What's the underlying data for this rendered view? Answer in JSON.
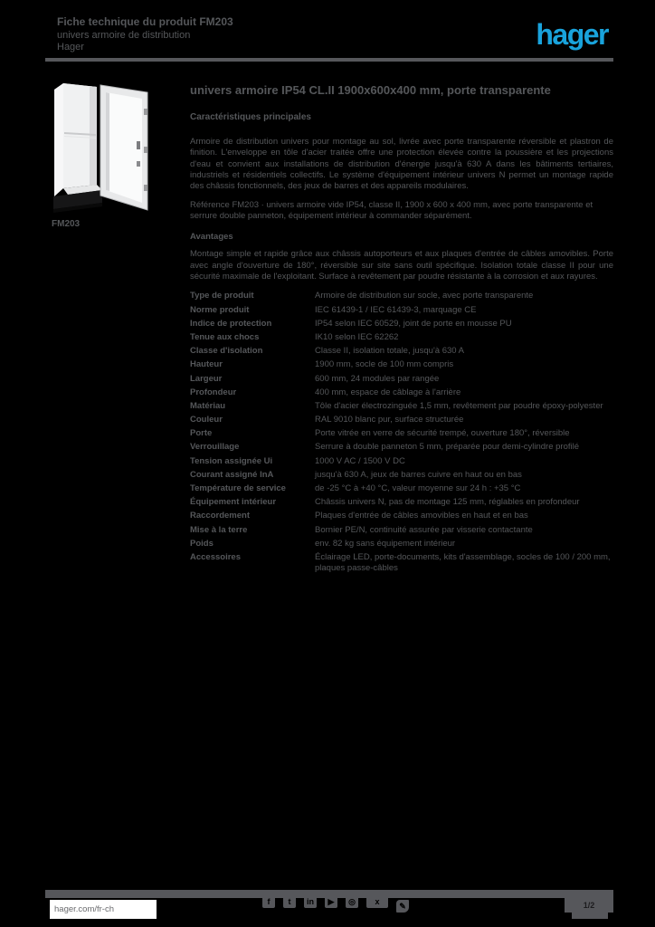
{
  "brand": {
    "logo_text": "hager",
    "blue": "#19a3dc",
    "text_gray": "#55575a"
  },
  "header": {
    "line1": "Fiche technique du produit FM203",
    "line2": "univers armoire de distribution",
    "line3": "Hager",
    "rule_color": "#56575b"
  },
  "figure": {
    "caption": "FM203",
    "alt": "armoire univers avec porte transparente ouverte"
  },
  "main": {
    "title": "univers armoire IP54 CL.II 1900x600x400 mm, porte transparente",
    "subtitle": "Caractéristiques principales",
    "intro_paragraph": "Armoire de distribution univers pour montage au sol, livrée avec porte transparente réversible et plastron de finition. L'enveloppe en tôle d'acier traitée offre une protection élevée contre la poussière et les projections d'eau et convient aux installations de distribution d'énergie jusqu'à 630 A dans les bâtiments tertiaires, industriels et résidentiels collectifs. Le système d'équipement intérieur univers N permet un montage rapide des châssis fonctionnels, des jeux de barres et des appareils modulaires.",
    "reference_line": "Référence FM203 · univers armoire vide IP54, classe II, 1900 x 600 x 400 mm, avec porte transparente et serrure double panneton, équipement intérieur à commander séparément.",
    "section_heading": "Avantages",
    "benefits_paragraph": "Montage simple et rapide grâce aux châssis autoporteurs et aux plaques d'entrée de câbles amovibles. Porte avec angle d'ouverture de 180°, réversible sur site sans outil spécifique. Isolation totale classe II pour une sécurité maximale de l'exploitant. Surface à revêtement par poudre résistante à la corrosion et aux rayures.",
    "table": {
      "rows": [
        {
          "label": "Type de produit",
          "value": "Armoire de distribution sur socle, avec porte transparente"
        },
        {
          "label": "Norme produit",
          "value": "IEC 61439-1 / IEC 61439-3, marquage CE"
        },
        {
          "label": "Indice de protection",
          "value": "IP54 selon IEC 60529, joint de porte en mousse PU"
        },
        {
          "label": "Tenue aux chocs",
          "value": "IK10 selon IEC 62262"
        },
        {
          "label": "Classe d'isolation",
          "value": "Classe II, isolation totale, jusqu'à 630 A"
        },
        {
          "label": "Hauteur",
          "value": "1900 mm, socle de 100 mm compris"
        },
        {
          "label": "Largeur",
          "value": "600 mm, 24 modules par rangée"
        },
        {
          "label": "Profondeur",
          "value": "400 mm, espace de câblage à l'arrière"
        },
        {
          "label": "Matériau",
          "value": "Tôle d'acier électrozinguée 1,5 mm, revêtement par poudre époxy-polyester"
        },
        {
          "label": "Couleur",
          "value": "RAL 9010 blanc pur, surface structurée"
        },
        {
          "label": "Porte",
          "value": "Porte vitrée en verre de sécurité trempé, ouverture 180°, réversible"
        },
        {
          "label": "Verrouillage",
          "value": "Serrure à double panneton 5 mm, préparée pour demi-cylindre profilé"
        },
        {
          "label": "Tension assignée Ui",
          "value": "1000 V AC / 1500 V DC"
        },
        {
          "label": "Courant assigné InA",
          "value": "jusqu'à 630 A, jeux de barres cuivre en haut ou en bas"
        },
        {
          "label": "Température de service",
          "value": "de -25 °C à +40 °C, valeur moyenne sur 24 h : +35 °C"
        },
        {
          "label": "Équipement intérieur",
          "value": "Châssis univers N, pas de montage 125 mm, réglables en profondeur"
        },
        {
          "label": "Raccordement",
          "value": "Plaques d'entrée de câbles amovibles en haut et en bas"
        },
        {
          "label": "Mise à la terre",
          "value": "Bornier PE/N, continuité assurée par visserie contactante"
        },
        {
          "label": "Poids",
          "value": "env. 82 kg sans équipement intérieur"
        },
        {
          "label": "Accessoires",
          "value": "Éclairage LED, porte-documents, kits d'assemblage, socles de 100 / 200 mm, plaques passe-câbles"
        }
      ]
    }
  },
  "footer": {
    "url": "hager.com/fr-ch",
    "page_label": "1/2",
    "icons": [
      {
        "name": "facebook-icon",
        "glyph": "f"
      },
      {
        "name": "twitter-icon",
        "glyph": "t"
      },
      {
        "name": "linkedin-icon",
        "glyph": "in"
      },
      {
        "name": "youtube-icon",
        "glyph": "▶"
      },
      {
        "name": "instagram-icon",
        "glyph": "◎"
      },
      {
        "name": "xing-icon",
        "glyph": "x",
        "wide": true
      },
      {
        "name": "signature-icon",
        "glyph": "✎",
        "tail": true
      }
    ]
  }
}
